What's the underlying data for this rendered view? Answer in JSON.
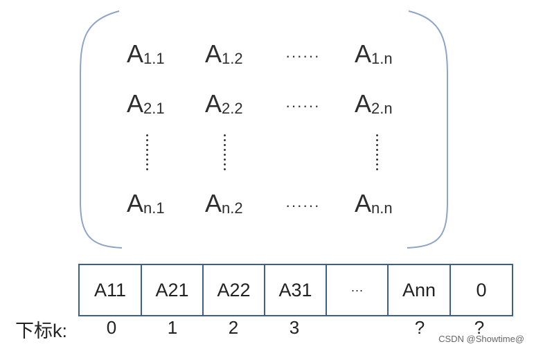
{
  "matrix": {
    "rows": [
      [
        "A",
        "1.1"
      ],
      [
        "A",
        "1.2"
      ],
      [
        "A",
        "1.n"
      ],
      [
        "A",
        "2.1"
      ],
      [
        "A",
        "2.2"
      ],
      [
        "A",
        "2.n"
      ],
      [
        "A",
        "n.1"
      ],
      [
        "A",
        "n.2"
      ],
      [
        "A",
        "n.n"
      ]
    ],
    "cells": {
      "r1c1": {
        "base": "A",
        "sub": "1.1"
      },
      "r1c2": {
        "base": "A",
        "sub": "1.2"
      },
      "r1cn": {
        "base": "A",
        "sub": "1.n"
      },
      "r2c1": {
        "base": "A",
        "sub": "2.1"
      },
      "r2c2": {
        "base": "A",
        "sub": "2.2"
      },
      "r2cn": {
        "base": "A",
        "sub": "2.n"
      },
      "rnc1": {
        "base": "A",
        "sub": "n.1"
      },
      "rnc2": {
        "base": "A",
        "sub": "n.2"
      },
      "rncn": {
        "base": "A",
        "sub": "n.n"
      }
    },
    "hdots": "······",
    "bracket_color": "#8da3c7"
  },
  "array": {
    "cells": [
      "A11",
      "A21",
      "A22",
      "A31",
      "···",
      "Ann",
      "0"
    ],
    "border_color": "#3b5f93"
  },
  "index": {
    "label": "下标k:",
    "values": [
      "0",
      "1",
      "2",
      "3",
      "?",
      "?"
    ]
  },
  "watermark": "CSDN @Showtime@"
}
